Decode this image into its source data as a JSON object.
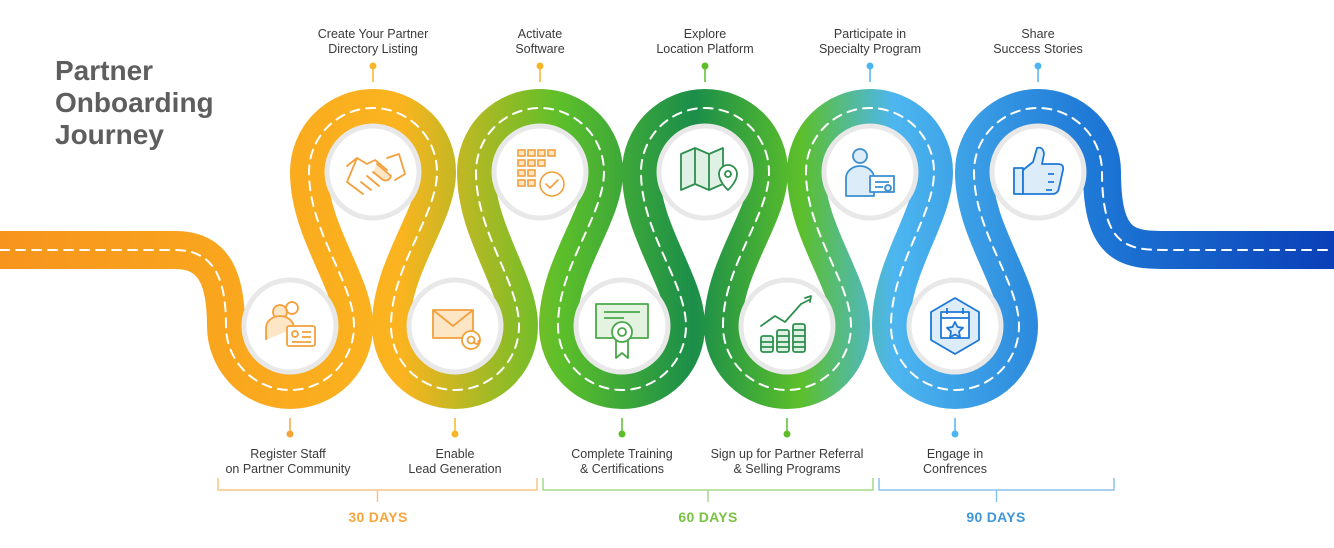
{
  "title": {
    "line1": "Partner",
    "line2": "Onboarding",
    "line3": "Journey"
  },
  "colors": {
    "orange": "#f7941d",
    "yellow": "#fbb41f",
    "green": "#5cbf2a",
    "dark_green": "#1b8e4a",
    "light_blue": "#4db6ef",
    "blue": "#1e78d6",
    "navy": "#0a3fb8",
    "text": "#3a3a3a",
    "title": "#5e5e5e"
  },
  "steps": [
    {
      "line1": "Register Staff",
      "line2": "on Partner Community",
      "icon": "staff-id-card-icon"
    },
    {
      "line1": "Create Your Partner",
      "line2": "Directory Listing",
      "icon": "handshake-icon"
    },
    {
      "line1": "Enable",
      "line2": "Lead Generation",
      "icon": "envelope-at-icon"
    },
    {
      "line1": "Activate",
      "line2": "Software",
      "icon": "calendar-check-icon"
    },
    {
      "line1": "Complete Training",
      "line2": "& Certifications",
      "icon": "certificate-icon"
    },
    {
      "line1": "Explore",
      "line2": "Location Platform",
      "icon": "map-pin-icon"
    },
    {
      "line1": "Sign up for Partner Referral",
      "line2": "& Selling Programs",
      "icon": "growth-coins-icon"
    },
    {
      "line1": "Participate in",
      "line2": "Specialty Program",
      "icon": "person-certificate-icon"
    },
    {
      "line1": "Engage in",
      "line2": "Confrences",
      "icon": "star-calendar-icon"
    },
    {
      "line1": "Share",
      "line2": "Success Stories",
      "icon": "thumbs-up-icon"
    }
  ],
  "periods": [
    {
      "label": "30 DAYS",
      "color": "#f7a53a"
    },
    {
      "label": "60 DAYS",
      "color": "#7ac143"
    },
    {
      "label": "90 DAYS",
      "color": "#3f96d8"
    }
  ]
}
